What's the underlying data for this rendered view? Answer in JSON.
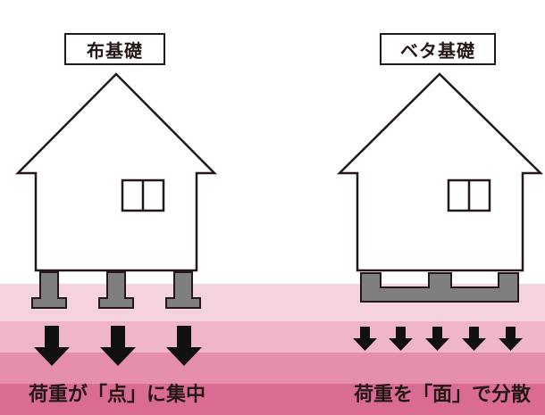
{
  "left": {
    "title": "布基礎",
    "caption": "荷重が「点」に集中"
  },
  "right": {
    "title": "ベタ基礎",
    "caption": "荷重を「面」で分散"
  },
  "colors": {
    "ground_light": "#f3cfdc",
    "ground_mid": "#ea9db8",
    "ground_dark": "#d65f88",
    "foundation": "#807f7f",
    "outline": "#231815"
  }
}
